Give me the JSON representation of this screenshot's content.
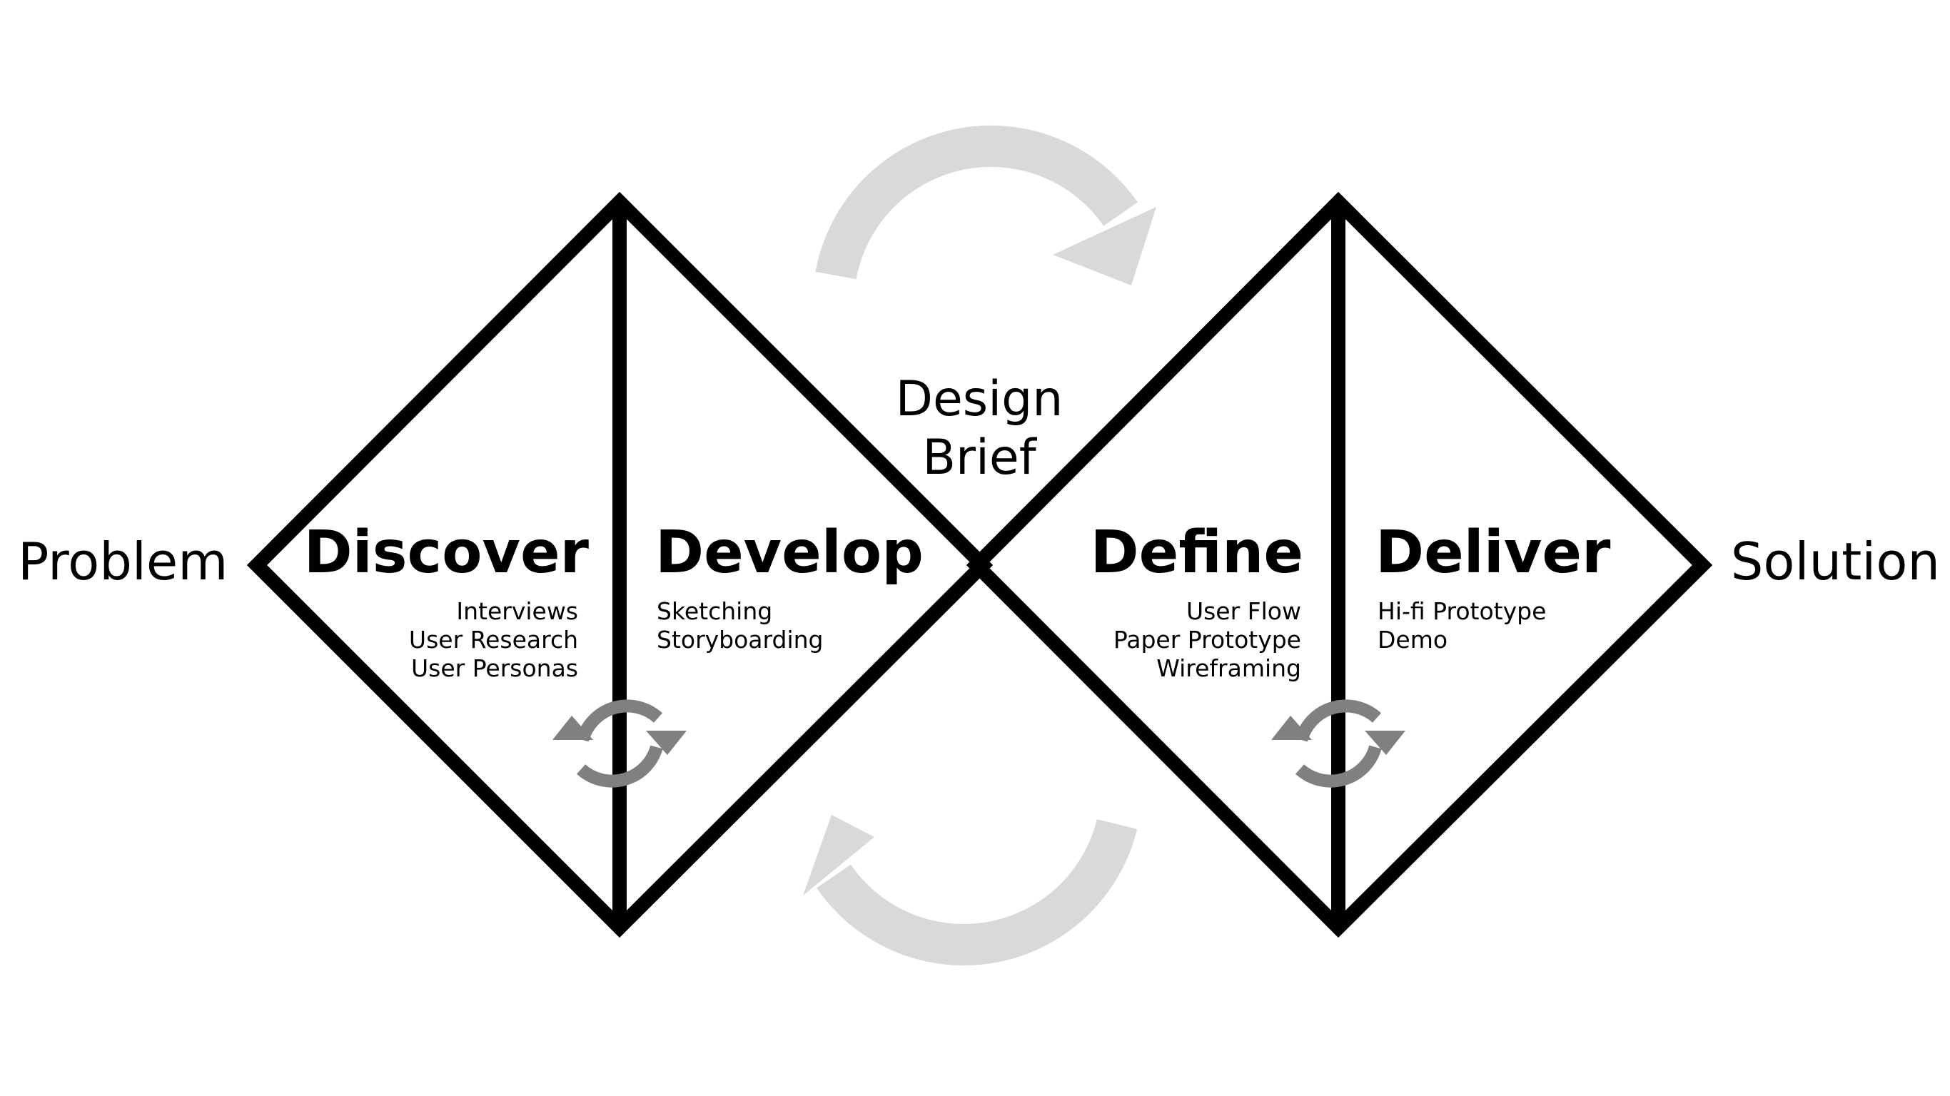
{
  "diagram": {
    "start_label": "Problem",
    "end_label": "Solution",
    "center_label": [
      "Design",
      "Brief"
    ],
    "phases": {
      "discover": {
        "title": "Discover",
        "items": [
          "Interviews",
          "User Research",
          "User Personas"
        ]
      },
      "develop": {
        "title": "Develop",
        "items": [
          "Sketching",
          "Storyboarding"
        ]
      },
      "define": {
        "title": "Define",
        "items": [
          "User Flow",
          "Paper Prototype",
          "Wireframing"
        ]
      },
      "deliver": {
        "title": "Deliver",
        "items": [
          "Hi-fi Prototype",
          "Demo"
        ]
      }
    },
    "icons": {
      "top_arrow": "curved-arrow-clockwise-icon",
      "bottom_arrow": "curved-arrow-clockwise-icon",
      "left_cycle": "refresh-cycle-icon",
      "right_cycle": "refresh-cycle-icon"
    },
    "colors": {
      "outline": "#000000",
      "big_arrow": "#d9d9d9",
      "cycle_icon": "#808080",
      "text": "#000000",
      "background": "#ffffff"
    }
  }
}
